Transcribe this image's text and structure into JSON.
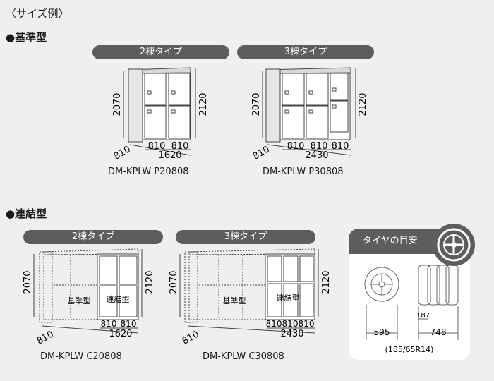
{
  "page_header": "〈サイズ例〉",
  "sections": [
    {
      "label": "●基準型",
      "items": [
        {
          "pill": "2棟タイプ",
          "height_left": "2070",
          "height_right": "2120",
          "widths": [
            "810",
            "810"
          ],
          "total": "1620",
          "depth": "810",
          "model": "DM-KPLW P20808"
        },
        {
          "pill": "3棟タイプ",
          "height_left": "2070",
          "height_right": "2120",
          "widths": [
            "810",
            "810",
            "810"
          ],
          "total": "2430",
          "depth": "810",
          "model": "DM-KPLW P30808"
        }
      ]
    },
    {
      "label": "●連結型",
      "items": [
        {
          "pill": "2棟タイプ",
          "height_left": "2070",
          "height_right": "2120",
          "widths": [
            "810",
            "810"
          ],
          "total": "1620",
          "depth": "810",
          "base_label": "基準型",
          "link_label": "連結型",
          "model": "DM-KPLW C20808"
        },
        {
          "pill": "3棟タイプ",
          "height_left": "2070",
          "height_right": "2120",
          "widths": [
            "810",
            "810",
            "810"
          ],
          "total": "2430",
          "depth": "810",
          "base_label": "基準型",
          "link_label": "連結型",
          "model": "DM-KPLW C30808"
        }
      ]
    }
  ],
  "tire_guide": {
    "title": "タイヤの目安",
    "width": "595",
    "thickness": "187",
    "stack_width": "748",
    "size": "(185/65R14)",
    "icon": "tire-icon"
  }
}
